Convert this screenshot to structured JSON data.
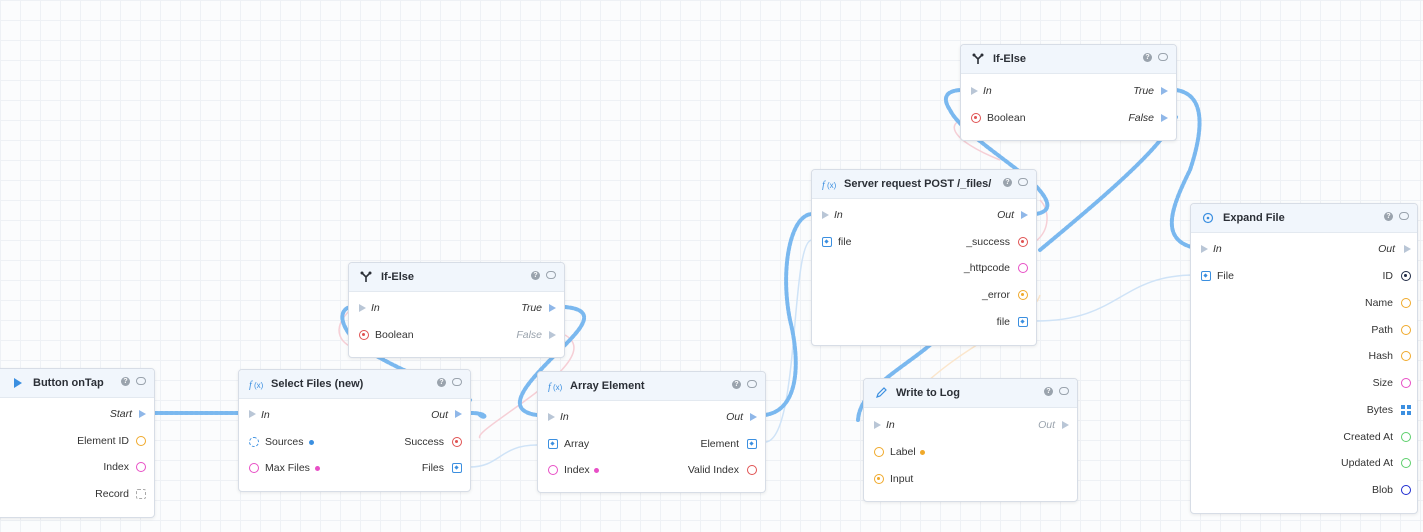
{
  "nodes": {
    "button_ontap": {
      "title": "Button onTap",
      "start": "Start",
      "element_id": "Element ID",
      "index": "Index",
      "record": "Record"
    },
    "select_files": {
      "title": "Select Files (new)",
      "in": "In",
      "out": "Out",
      "sources": "Sources",
      "success": "Success",
      "max_files": "Max Files",
      "files": "Files"
    },
    "ifelse_1": {
      "title": "If-Else",
      "in": "In",
      "true": "True",
      "boolean": "Boolean",
      "false": "False"
    },
    "array_element": {
      "title": "Array Element",
      "in": "In",
      "out": "Out",
      "array": "Array",
      "element": "Element",
      "index": "Index",
      "valid_index": "Valid Index"
    },
    "server_request": {
      "title": "Server request POST /_files/",
      "in": "In",
      "out": "Out",
      "file_in": "file",
      "success": "_success",
      "httpcode": "_httpcode",
      "error": "_error",
      "file_out": "file"
    },
    "ifelse_2": {
      "title": "If-Else",
      "in": "In",
      "true": "True",
      "boolean": "Boolean",
      "false": "False"
    },
    "write_to_log": {
      "title": "Write to Log",
      "in": "In",
      "out": "Out",
      "label": "Label",
      "input": "Input"
    },
    "expand_file": {
      "title": "Expand File",
      "in": "In",
      "out": "Out",
      "file": "File",
      "id": "ID",
      "name": "Name",
      "path": "Path",
      "hash": "Hash",
      "size": "Size",
      "bytes": "Bytes",
      "created_at": "Created At",
      "updated_at": "Updated At",
      "blob": "Blob"
    }
  },
  "icons": {
    "header_help": "help-icon",
    "header_comment": "comment-icon",
    "event": "play-icon",
    "function": "function-icon",
    "branch": "branch-icon",
    "log": "pencil-icon",
    "expand": "expand-icon"
  },
  "colors": {
    "exec_wire": "#7ab8ef",
    "pin_red": "#e05252",
    "pin_orange": "#f0a92a",
    "pin_pink": "#e84fc6",
    "pin_blue": "#3b8fe0",
    "pin_green": "#5ccf6b",
    "pin_dark": "#1f2a44",
    "pin_navy": "#1d2bd0"
  }
}
